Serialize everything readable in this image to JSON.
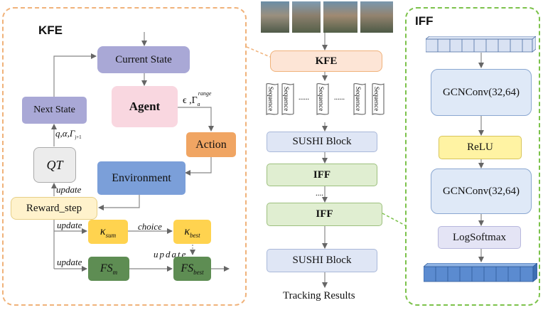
{
  "kfe_panel": {
    "title": "KFE",
    "current_state": "Current State",
    "agent": "Agent",
    "epsilon_label": "ϵ ,Γ",
    "epsilon_sub": "a",
    "epsilon_sup": "range",
    "action": "Action",
    "environment": "Environment",
    "next_state": "Next State",
    "qt": "QT",
    "qt_label": "q,α,Γ",
    "qt_label_sub": "j+1",
    "update_label": "update",
    "reward_step": "Reward_step",
    "kappa_sum": "κ",
    "kappa_sum_sub": "sum",
    "choice_label": "choice",
    "kappa_best": "κ",
    "kappa_best_sub": "best",
    "fs_m": "FS",
    "fs_m_sub": "m",
    "fs_best": "FS",
    "fs_best_sub": "best"
  },
  "pipeline": {
    "kfe": "KFE",
    "sequence_label": "Sequence",
    "ellipsis": "......",
    "sushi_block": "SUSHI Block",
    "iff": "IFF",
    "dots": "....",
    "tracking_results": "Tracking Results"
  },
  "iff_panel": {
    "title": "IFF",
    "gcnconv1": "GCNConv(32,64)",
    "relu": "ReLU",
    "gcnconv2": "GCNConv(32,64)",
    "logsoftmax": "LogSoftmax"
  },
  "colors": {
    "kfe_border": "#f0b27a",
    "iff_border": "#7cc24b",
    "purple": "#a9a8d6",
    "pink": "#f9d7e0",
    "orange": "#f0a563",
    "blue": "#7b9fd9",
    "yellow": "#ffd34f",
    "dark_green": "#5e8d53",
    "light_green": "#e0eed1",
    "light_blue": "#dfe6f5",
    "cream": "#fff2cc",
    "pale_yellow": "#fff3a3"
  }
}
